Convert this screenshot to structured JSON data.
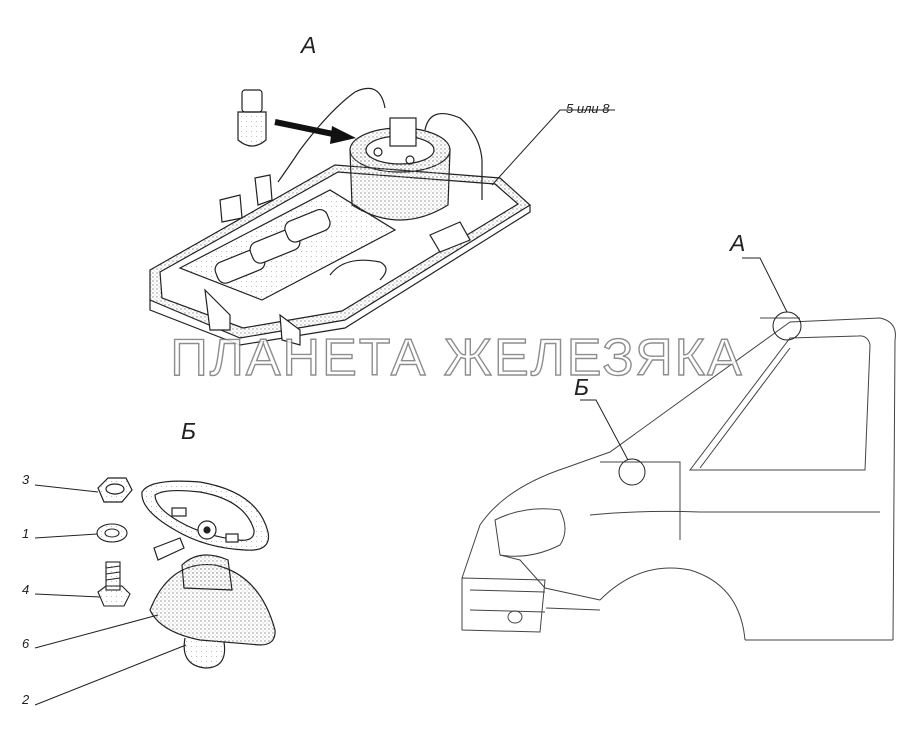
{
  "view_labels": {
    "a_top": "А",
    "b_left": "Б",
    "a_cab": "А",
    "b_cab": "Б"
  },
  "callouts": {
    "c1": "1",
    "c2": "2",
    "c3": "3",
    "c4": "4",
    "c6": "6",
    "c58": "5 или 8"
  },
  "watermark": "ПЛАНЕТА ЖЕЛЕЗЯКА",
  "colors": {
    "line": "#222222",
    "stipple": "#9a9a9a",
    "watermark_outline": "#7a7a7a"
  }
}
